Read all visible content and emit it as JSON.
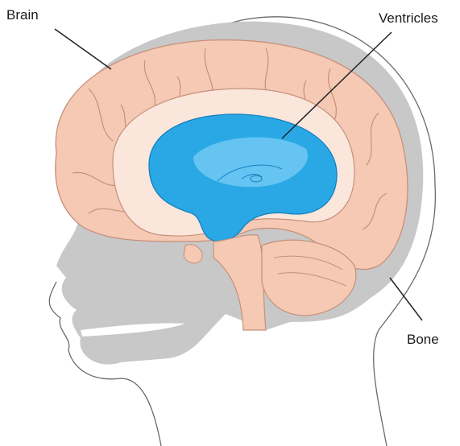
{
  "diagram": {
    "labels": {
      "brain": "Brain",
      "ventricles": "Ventricles",
      "bone": "Bone"
    },
    "colors": {
      "background": "#ffffff",
      "skull_gray": "#c8c8c8",
      "brain_tissue": "#f5c9b4",
      "brain_outline": "#c7907a",
      "ventricle_fluid": "#2aa8e6",
      "ventricle_highlight": "#7fd0f5",
      "leader_line": "#222222",
      "head_outline": "#6a6a6a"
    }
  }
}
